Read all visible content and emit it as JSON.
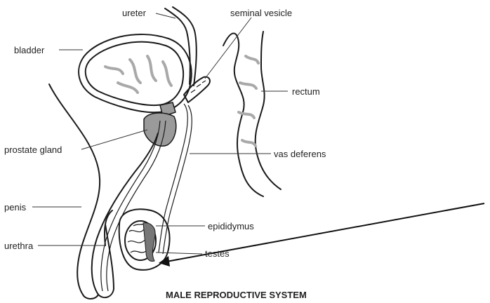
{
  "title": "MALE REPRODUCTIVE SYSTEM",
  "labels": {
    "ureter": "ureter",
    "seminal_vesicle": "seminal vesicle",
    "bladder": "bladder",
    "rectum": "rectum",
    "prostate_gland": "prostate gland",
    "vas_deferens": "vas deferens",
    "penis": "penis",
    "epididymus": "epididymus",
    "urethra": "urethra",
    "testes": "testes"
  },
  "colors": {
    "ink": "#1a1a1a",
    "prostate_fill": "#9a9a9a",
    "rugae": "#a9a9a9",
    "background": "#ffffff"
  }
}
